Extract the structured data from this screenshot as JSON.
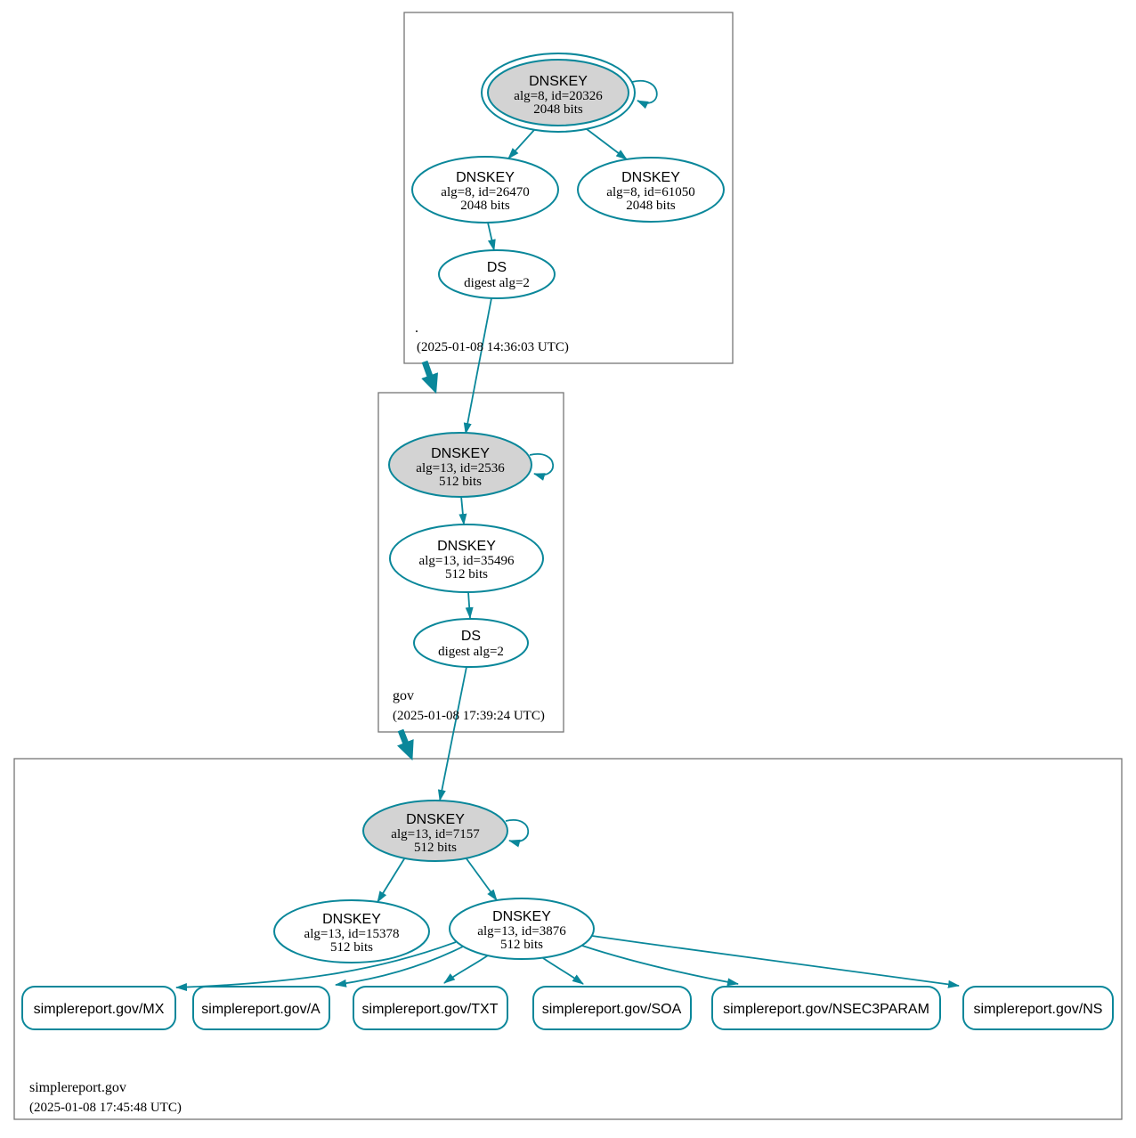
{
  "colors": {
    "edge": "#0a879a",
    "ksk_fill": "#d3d3d3",
    "node_fill": "#ffffff",
    "box_border": "#757575",
    "text": "#000000"
  },
  "zones": [
    {
      "label": ".",
      "timestamp": "(2025-01-08 14:36:03 UTC)",
      "ksk": {
        "title": "DNSKEY",
        "detail": "alg=8, id=20326",
        "bits": "2048 bits"
      },
      "zsk1": {
        "title": "DNSKEY",
        "detail": "alg=8, id=26470",
        "bits": "2048 bits"
      },
      "zsk2": {
        "title": "DNSKEY",
        "detail": "alg=8, id=61050",
        "bits": "2048 bits"
      },
      "ds": {
        "title": "DS",
        "detail": "digest alg=2"
      }
    },
    {
      "label": "gov",
      "timestamp": "(2025-01-08 17:39:24 UTC)",
      "ksk": {
        "title": "DNSKEY",
        "detail": "alg=13, id=2536",
        "bits": "512 bits"
      },
      "zsk": {
        "title": "DNSKEY",
        "detail": "alg=13, id=35496",
        "bits": "512 bits"
      },
      "ds": {
        "title": "DS",
        "detail": "digest alg=2"
      }
    },
    {
      "label": "simplereport.gov",
      "timestamp": "(2025-01-08 17:45:48 UTC)",
      "ksk": {
        "title": "DNSKEY",
        "detail": "alg=13, id=7157",
        "bits": "512 bits"
      },
      "zsk1": {
        "title": "DNSKEY",
        "detail": "alg=13, id=15378",
        "bits": "512 bits"
      },
      "zsk2": {
        "title": "DNSKEY",
        "detail": "alg=13, id=3876",
        "bits": "512 bits"
      },
      "rrsets": [
        {
          "label": "simplereport.gov/MX"
        },
        {
          "label": "simplereport.gov/A"
        },
        {
          "label": "simplereport.gov/TXT"
        },
        {
          "label": "simplereport.gov/SOA"
        },
        {
          "label": "simplereport.gov/NSEC3PARAM"
        },
        {
          "label": "simplereport.gov/NS"
        }
      ]
    }
  ]
}
